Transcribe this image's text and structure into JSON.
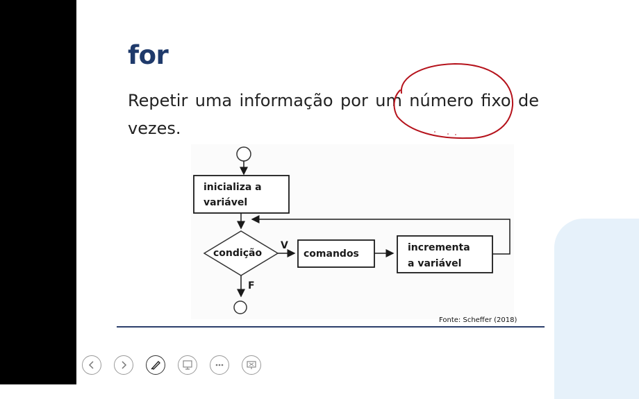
{
  "slide": {
    "title": "for",
    "body_text": "Repetir uma informação por um número fixo de vezes.",
    "caption": "Fonte: Scheffer (2018)"
  },
  "flowchart": {
    "init_box": [
      "inicializa a",
      "variável"
    ],
    "condition": "condição",
    "true_label": "V",
    "false_label": "F",
    "commands": "comandos",
    "increment_box": [
      "incrementa",
      "a variável"
    ]
  },
  "controls": [
    {
      "name": "previous-slide-button",
      "icon": "chevron-left-icon"
    },
    {
      "name": "next-slide-button",
      "icon": "chevron-right-icon"
    },
    {
      "name": "pen-tool-button",
      "icon": "pen-icon"
    },
    {
      "name": "see-all-slides-button",
      "icon": "slides-grid-icon"
    },
    {
      "name": "more-options-button",
      "icon": "ellipsis-icon"
    },
    {
      "name": "screen-toggle-button",
      "icon": "screen-icon"
    }
  ],
  "colors": {
    "title": "#1f3a6b",
    "annotation": "#b5121b",
    "accent_shape": "#e6f1fa",
    "rule": "#2b3f6b"
  }
}
